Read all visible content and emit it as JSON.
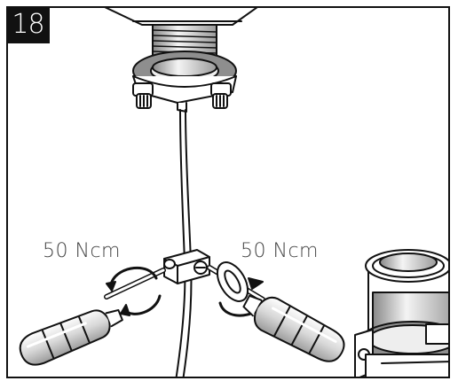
{
  "step": {
    "number": "18"
  },
  "labels": {
    "torque_left": "50 Ncm",
    "torque_right": "50 Ncm"
  },
  "colors": {
    "ink": "#111111",
    "metal_dark": "#8a8a8a",
    "metal_light": "#e6e6e6",
    "background": "#ffffff"
  }
}
